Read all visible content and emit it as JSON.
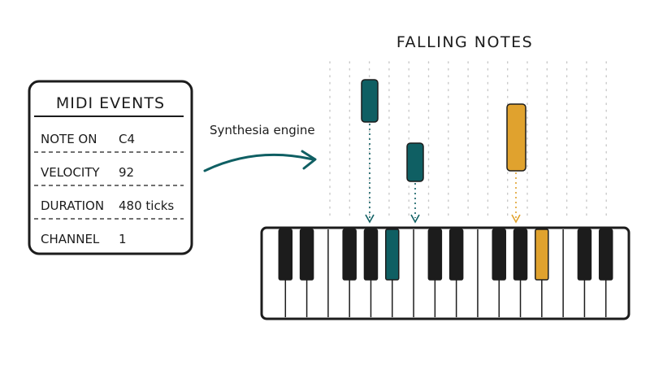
{
  "midi_panel": {
    "title": "MIDI EVENTS",
    "rows": [
      {
        "key": "NOTE ON",
        "value": "C4"
      },
      {
        "key": "VELOCITY",
        "value": "92"
      },
      {
        "key": "DURATION",
        "value": "480 ticks"
      },
      {
        "key": "CHANNEL",
        "value": "1"
      }
    ]
  },
  "arrow_label": "Synthesia engine",
  "falling_notes_title": "FALLING NOTES",
  "colors": {
    "ink": "#1c1c1c",
    "teal": "#0f5f63",
    "amber": "#e0a22e",
    "grid_dot": "#c9c9c9"
  },
  "notes": [
    {
      "name": "teal-note-1",
      "color": "teal",
      "lane": 1
    },
    {
      "name": "teal-note-2",
      "color": "teal",
      "lane": 2
    },
    {
      "name": "amber-note",
      "color": "amber",
      "lane": 3
    }
  ],
  "keyboard": {
    "white_keys": 17,
    "highlighted": [
      {
        "type": "black",
        "index": 4,
        "color": "teal"
      },
      {
        "type": "black",
        "index": 9,
        "color": "amber"
      }
    ]
  }
}
